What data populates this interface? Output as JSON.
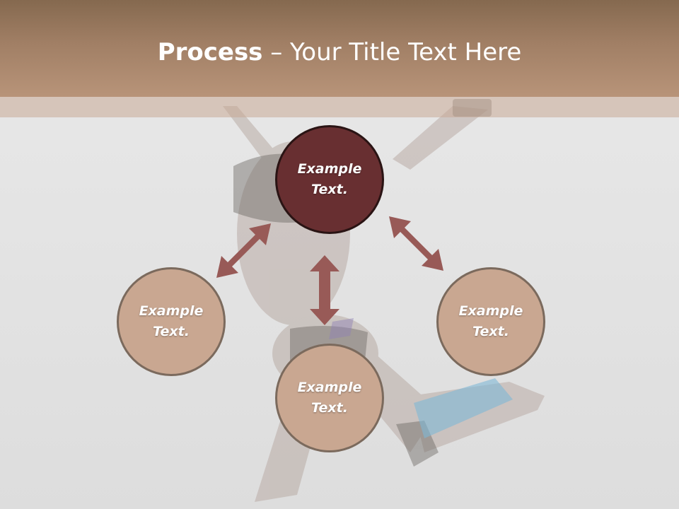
{
  "slide": {
    "title_bold": "Process",
    "title_rest": " – Your Title Text Here"
  },
  "diagram": {
    "top_node": "Example Text.",
    "left_node": "Example Text.",
    "right_node": "Example Text.",
    "bottom_node": "Example Text."
  },
  "colors": {
    "header": "#a17f65",
    "top_node": "#682f31",
    "other_nodes": "#c9a791",
    "arrows": "#985a57"
  }
}
